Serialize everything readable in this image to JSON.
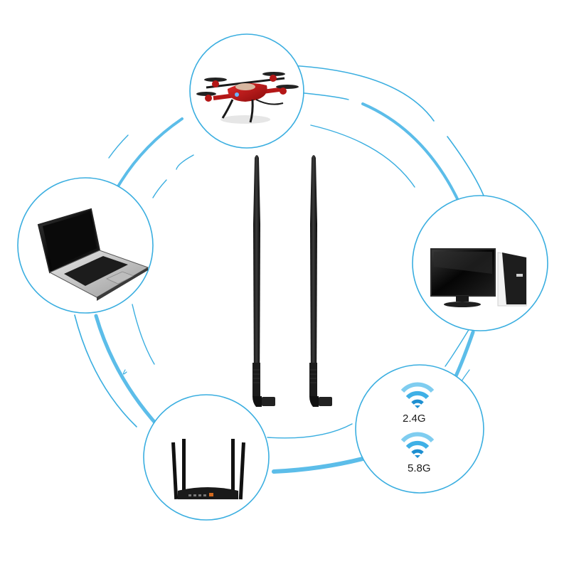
{
  "colors": {
    "background": "#ffffff",
    "ring_accent": "#3aaee0",
    "ring_thick": "#5cbde9",
    "wifi_light": "#7fcdf0",
    "wifi_mid": "#3fb0e6",
    "wifi_dark": "#1d8fd1",
    "antenna": "#1b1b1b"
  },
  "devices": [
    {
      "name": "drone",
      "label": "Drone"
    },
    {
      "name": "laptop",
      "label": "Laptop"
    },
    {
      "name": "desktop-pc",
      "label": "Desktop PC"
    },
    {
      "name": "router",
      "label": "Router"
    },
    {
      "name": "wifi-bands",
      "label": "Dual Band"
    }
  ],
  "bands": [
    {
      "label": "2.4G"
    },
    {
      "label": "5.8G"
    }
  ],
  "product": {
    "antenna_count": 2
  }
}
